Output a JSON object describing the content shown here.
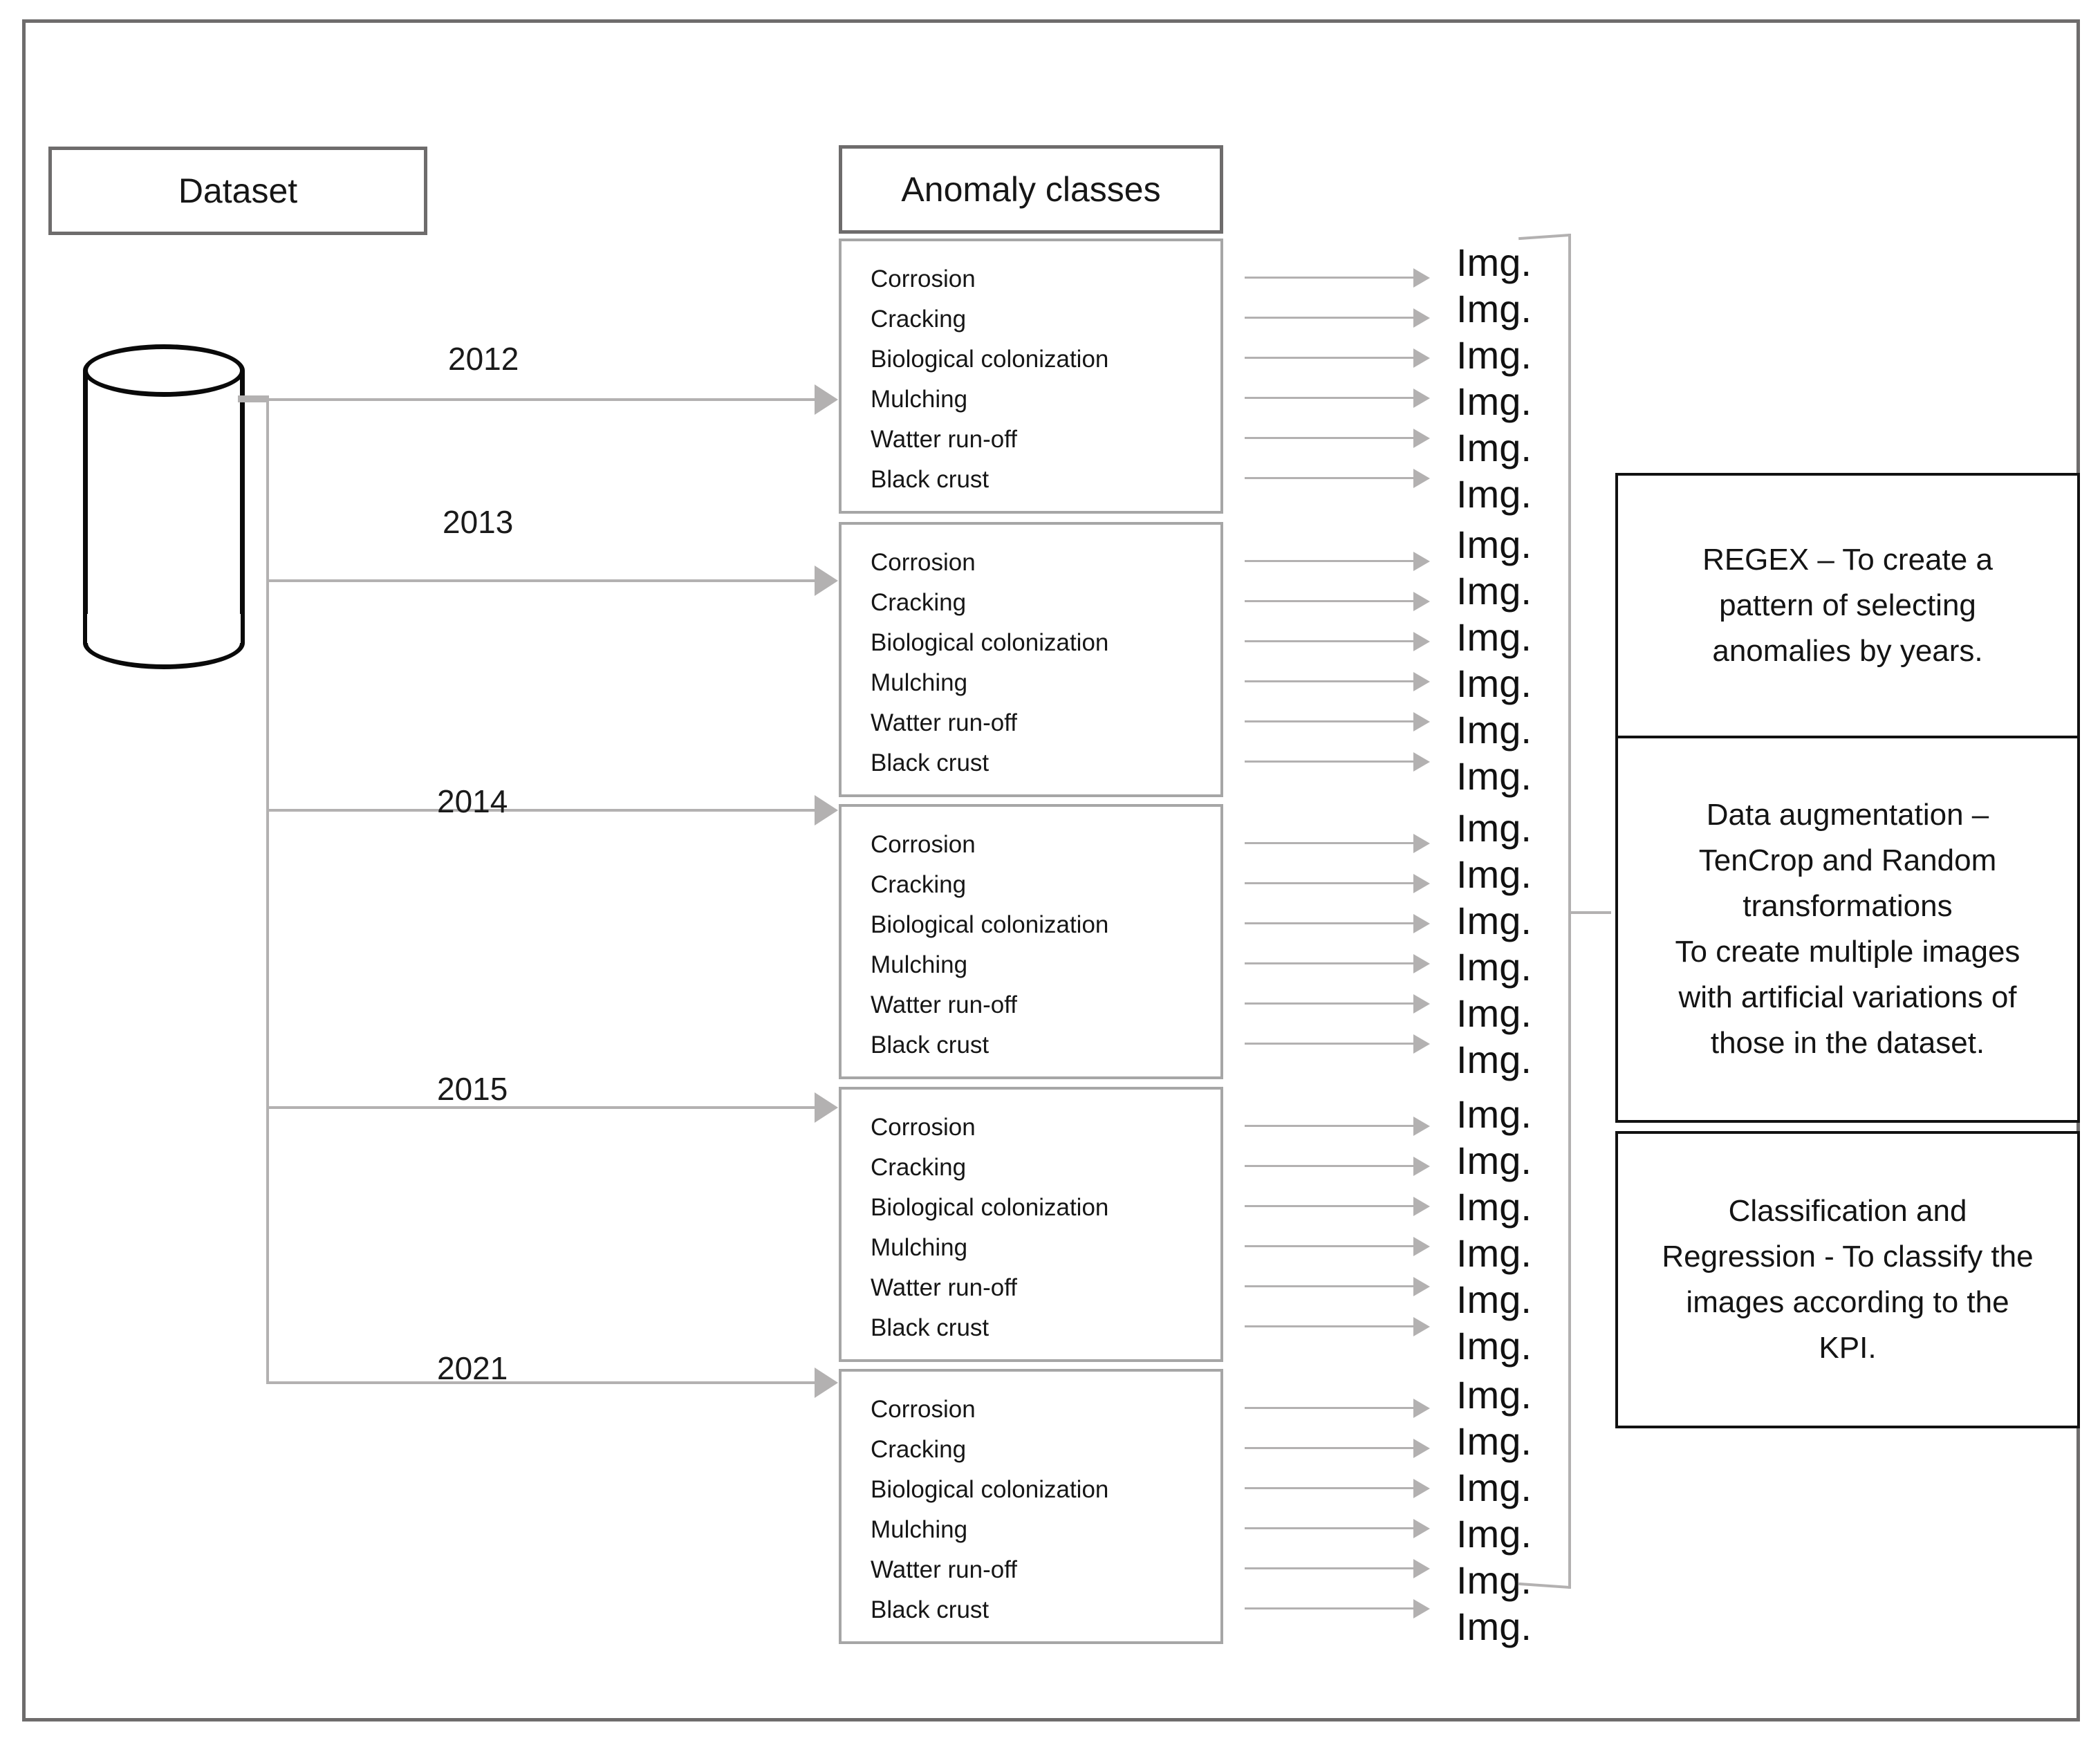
{
  "figure": {
    "dataset_label": "Dataset",
    "anomaly_header": "Anomaly classes",
    "img_label": "Img."
  },
  "anomaly_classes": [
    "Corrosion",
    "Cracking",
    "Biological colonization",
    "Mulching",
    "Watter run-off",
    "Black crust"
  ],
  "years": [
    "2012",
    "2013",
    "2014",
    "2015",
    "2021"
  ],
  "year_branches": [
    {
      "year": "2012",
      "classes": [
        "Corrosion",
        "Cracking",
        "Biological colonization",
        "Mulching",
        "Watter run-off",
        "Black crust"
      ],
      "images": [
        "Img.",
        "Img.",
        "Img.",
        "Img.",
        "Img.",
        "Img."
      ]
    },
    {
      "year": "2013",
      "classes": [
        "Corrosion",
        "Cracking",
        "Biological colonization",
        "Mulching",
        "Watter run-off",
        "Black crust"
      ],
      "images": [
        "Img.",
        "Img.",
        "Img.",
        "Img.",
        "Img.",
        "Img."
      ]
    },
    {
      "year": "2014",
      "classes": [
        "Corrosion",
        "Cracking",
        "Biological colonization",
        "Mulching",
        "Watter run-off",
        "Black crust"
      ],
      "images": [
        "Img.",
        "Img.",
        "Img.",
        "Img.",
        "Img.",
        "Img."
      ]
    },
    {
      "year": "2015",
      "classes": [
        "Corrosion",
        "Cracking",
        "Biological colonization",
        "Mulching",
        "Watter run-off",
        "Black crust"
      ],
      "images": [
        "Img.",
        "Img.",
        "Img.",
        "Img.",
        "Img.",
        "Img."
      ]
    },
    {
      "year": "2021",
      "classes": [
        "Corrosion",
        "Cracking",
        "Biological colonization",
        "Mulching",
        "Watter run-off",
        "Black crust"
      ],
      "images": [
        "Img.",
        "Img.",
        "Img.",
        "Img.",
        "Img.",
        "Img."
      ]
    }
  ],
  "process_steps": [
    {
      "name": "regex",
      "lines": [
        "REGEX –  To create a",
        "pattern of selecting",
        "anomalies by years."
      ]
    },
    {
      "name": "data-augmentation",
      "lines": [
        "Data augmentation –",
        "TenCrop and Random",
        "transformations",
        "To create multiple  images",
        "with artificial variations of",
        "those in the dataset."
      ]
    },
    {
      "name": "classification-regression",
      "lines": [
        "Classification and",
        "Regression - To classify the",
        "images according to the",
        "KPI."
      ]
    }
  ],
  "colors": {
    "frame": "#6e6c6c",
    "connector": "#b3b1b1",
    "class_box_border": "#a6a6a6",
    "info_box_border": "#111111",
    "text": "#141414"
  }
}
